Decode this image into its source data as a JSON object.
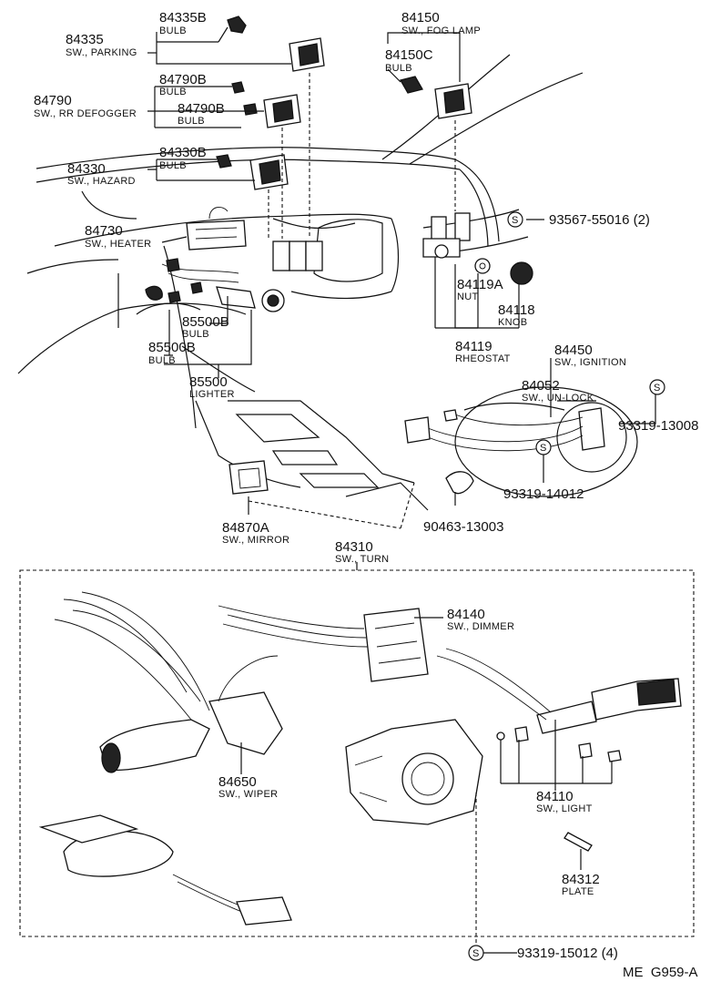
{
  "diagram_code": "ME  G959-A",
  "screw_symbol": "S",
  "parts": {
    "p84335B": {
      "number": "84335B",
      "desc": "BULB"
    },
    "p84335": {
      "number": "84335",
      "desc": "SW., PARKING"
    },
    "p84150": {
      "number": "84150",
      "desc": "SW., FOG LAMP"
    },
    "p84150C": {
      "number": "84150C",
      "desc": "BULB"
    },
    "p84790B_1": {
      "number": "84790B",
      "desc": "BULB"
    },
    "p84790": {
      "number": "84790",
      "desc": "SW., RR DEFOGGER"
    },
    "p84790B_2": {
      "number": "84790B",
      "desc": "BULB"
    },
    "p84330B": {
      "number": "84330B",
      "desc": "BULB"
    },
    "p84330": {
      "number": "84330",
      "desc": "SW., HAZARD"
    },
    "p93567": {
      "number": "93567-55016 (2)"
    },
    "p84730": {
      "number": "84730",
      "desc": "SW., HEATER"
    },
    "p84119A": {
      "number": "84119A",
      "desc": "NUT"
    },
    "p84118": {
      "number": "84118",
      "desc": "KNOB"
    },
    "p85500B_1": {
      "number": "85500B",
      "desc": "BULB"
    },
    "p85500B_2": {
      "number": "85500B",
      "desc": "BULB"
    },
    "p85500": {
      "number": "85500",
      "desc": "LIGHTER"
    },
    "p84119": {
      "number": "84119",
      "desc": "RHEOSTAT"
    },
    "p84450": {
      "number": "84450",
      "desc": "SW., IGNITION"
    },
    "p84052": {
      "number": "84052",
      "desc": "SW., UN-LOCK"
    },
    "p93319_13008": {
      "number": "93319-13008"
    },
    "p93319_14012": {
      "number": "93319-14012"
    },
    "p84870A": {
      "number": "84870A",
      "desc": "SW., MIRROR"
    },
    "p90463": {
      "number": "90463-13003"
    },
    "p84310": {
      "number": "84310",
      "desc": "SW., TURN"
    },
    "p84140": {
      "number": "84140",
      "desc": "SW., DIMMER"
    },
    "p84650": {
      "number": "84650",
      "desc": "SW., WIPER"
    },
    "p84110": {
      "number": "84110",
      "desc": "SW., LIGHT"
    },
    "p84312": {
      "number": "84312",
      "desc": "PLATE"
    },
    "p93319_15012": {
      "number": "93319-15012 (4)"
    }
  }
}
